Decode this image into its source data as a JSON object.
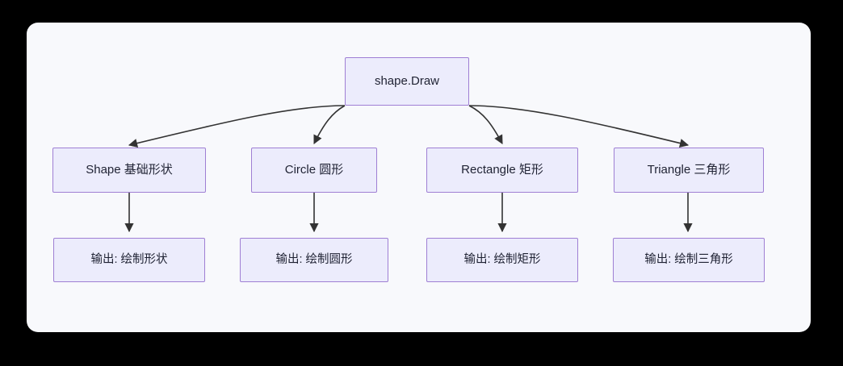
{
  "diagram": {
    "type": "flowchart",
    "direction": "top-down",
    "theme": {
      "page_background": "#000000",
      "card_background": "#f8f9fc",
      "node_fill": "#ececfc",
      "node_border": "#9f7fd4",
      "node_text": "#1f2233",
      "edge_color": "#333333"
    },
    "root": {
      "id": "root",
      "label": "shape.Draw"
    },
    "branches": [
      {
        "id": "shape",
        "label": "Shape 基础形状",
        "output": {
          "id": "out-shape",
          "label": "输出: 绘制形状"
        }
      },
      {
        "id": "circle",
        "label": "Circle 圆形",
        "output": {
          "id": "out-circle",
          "label": "输出: 绘制圆形"
        }
      },
      {
        "id": "rectangle",
        "label": "Rectangle 矩形",
        "output": {
          "id": "out-rectangle",
          "label": "输出: 绘制矩形"
        }
      },
      {
        "id": "triangle",
        "label": "Triangle 三角形",
        "output": {
          "id": "out-triangle",
          "label": "输出: 绘制三角形"
        }
      }
    ]
  }
}
